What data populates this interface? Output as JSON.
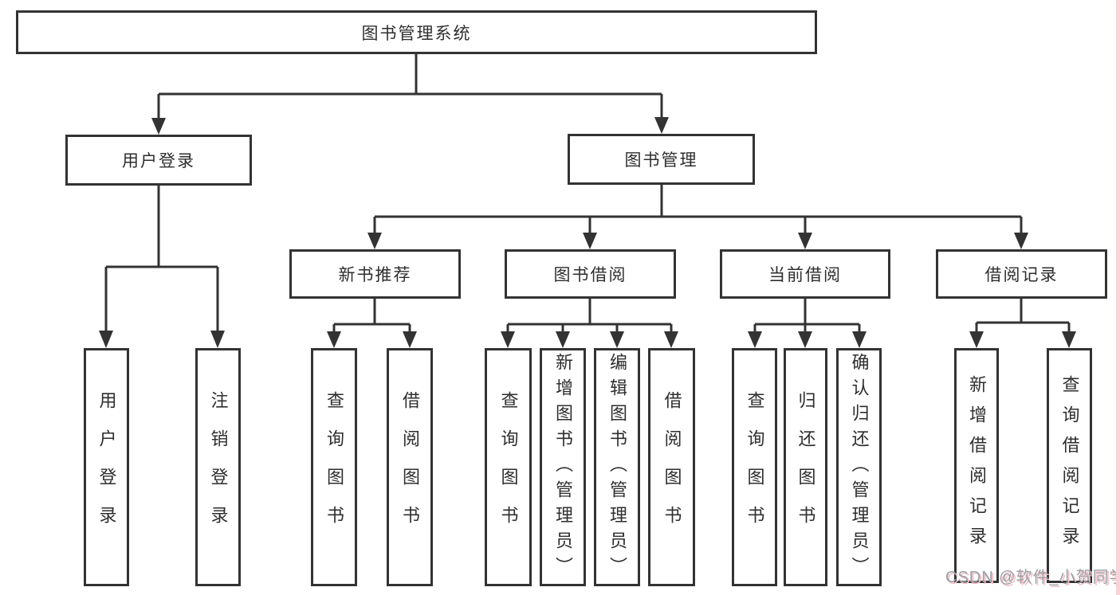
{
  "root": {
    "label": "图书管理系统"
  },
  "level2": [
    {
      "label": "用户登录"
    },
    {
      "label": "图书管理"
    }
  ],
  "level3": [
    {
      "label": "新书推荐"
    },
    {
      "label": "图书借阅"
    },
    {
      "label": "当前借阅"
    },
    {
      "label": "借阅记录"
    }
  ],
  "level4": [
    {
      "label": "用户登录"
    },
    {
      "label": "注销登录"
    },
    {
      "label": "查询图书"
    },
    {
      "label": "借阅图书"
    },
    {
      "label": "查询图书"
    },
    {
      "label": "新增图书（管理员）"
    },
    {
      "label": "编辑图书（管理员）"
    },
    {
      "label": "借阅图书"
    },
    {
      "label": "查询图书"
    },
    {
      "label": "归还图书"
    },
    {
      "label": "确认归还（管理员）"
    },
    {
      "label": "新增借阅记录"
    },
    {
      "label": "查询借阅记录"
    }
  ],
  "watermark": {
    "text": "CSDN @软件_小贺同学"
  },
  "colors": {
    "line": "#333333",
    "text": "#2e2e2e",
    "watermark": "#9aa0a6",
    "watermark_shadow": "#f3bdc4",
    "right_edge_strip": "#f9d3da"
  }
}
